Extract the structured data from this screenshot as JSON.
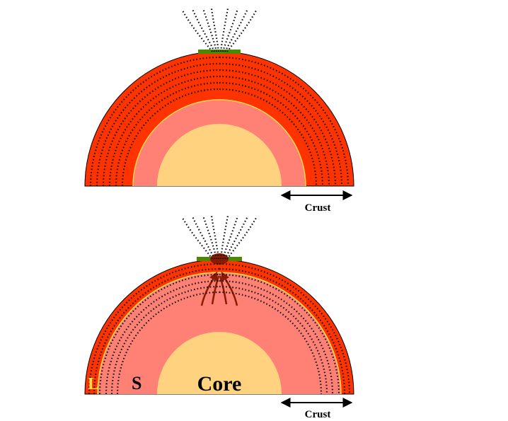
{
  "panels": [
    {
      "crust_label": "Crust"
    },
    {
      "crust_label": "Crust",
      "labels": {
        "l": "L",
        "s": "S",
        "core": "Core"
      }
    }
  ],
  "colors": {
    "crust": "#ff3300",
    "mantle": "#ff8075",
    "core": "#ffd27f",
    "green_layer": "#4a8a00",
    "plume": "#8b1a00",
    "boundary_line": "#ffd84a",
    "field_lines": "#111111",
    "l_label": "#ffe04a"
  },
  "icons": [
    "double-arrow-icon"
  ]
}
